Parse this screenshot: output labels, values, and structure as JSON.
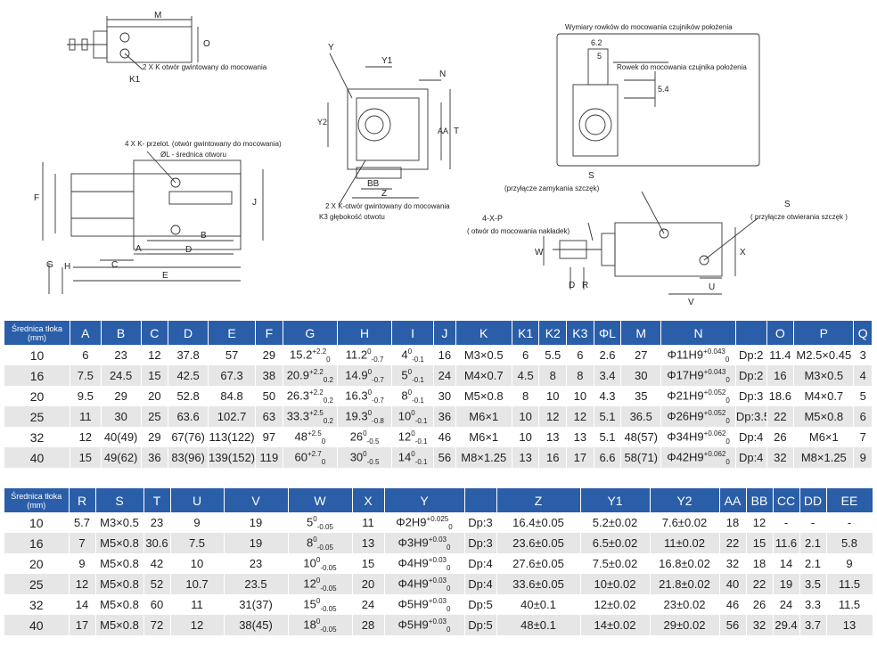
{
  "drawing_labels": {
    "top_left_M": "M",
    "top_left_O": "O",
    "top_left_k_note": "2 X  K  otwór gwintowany do mocowania",
    "top_left_K1": "K1",
    "mid_left_4k_note": "4 X  K- przelot. (otwór gwintowany do mocowania)",
    "mid_left_phiL_note": "ØL  - średnica otworu",
    "mid_left_F": "F",
    "mid_left_J": "J",
    "mid_left_G": "G",
    "mid_left_H": "H",
    "mid_left_A": "A",
    "mid_left_B": "B",
    "mid_left_C": "C",
    "mid_left_D": "D",
    "mid_left_E": "E",
    "center_Y": "Y",
    "center_Y1": "Y1",
    "center_N": "N",
    "center_Y2": "Y2",
    "center_AA": "AA",
    "center_T": "T",
    "center_BB": "BB",
    "center_Z": "Z",
    "center_k_note": "2 X  K-otwór gwintowany do mocowania",
    "center_K3_note": "K3  głębokość otwotu",
    "right_title": "Wymiary  rowków do mocowania czujników położenia",
    "right_62": "6.2",
    "right_5": "5",
    "right_rowek_note": "Rowek do mocowania czujnika położenia",
    "right_54": "5.4",
    "right_S_close": "S",
    "right_S_close_note": "(przyłącze zamykania szczęk)",
    "right_4xP": "4-X-P",
    "right_P_note": "( otwór do mocowania nakładek)",
    "right_S_open": "S",
    "right_S_open_note": "( przyłącze otwierania szczęk )",
    "right_W": "W",
    "right_X": "X",
    "right_D": "D",
    "right_R": "R",
    "right_U": "U",
    "right_V": "V"
  },
  "table1": {
    "headers": [
      "Średnica tłoka (mm)",
      "A",
      "B",
      "C",
      "D",
      "E",
      "F",
      "G",
      "H",
      "I",
      "J",
      "K",
      "K1",
      "K2",
      "K3",
      "ΦL",
      "M",
      "N",
      "",
      "O",
      "P",
      "Q"
    ],
    "rows": [
      [
        "10",
        "6",
        "23",
        "12",
        "37.8",
        "57",
        "29",
        "15.2",
        "11.2",
        "4",
        "16",
        "M3×0.5",
        "6",
        "5.5",
        "6",
        "2.6",
        "27",
        "Φ11H9",
        "Dp:2",
        "11.4",
        "M2.5×0.45",
        "3"
      ],
      [
        "16",
        "7.5",
        "24.5",
        "15",
        "42.5",
        "67.3",
        "38",
        "20.9",
        "14.9",
        "5",
        "24",
        "M4×0.7",
        "4.5",
        "8",
        "8",
        "3.4",
        "30",
        "Φ17H9",
        "Dp:2",
        "16",
        "M3×0.5",
        "4"
      ],
      [
        "20",
        "9.5",
        "29",
        "20",
        "52.8",
        "84.8",
        "50",
        "26.3",
        "16.3",
        "8",
        "30",
        "M5×0.8",
        "8",
        "10",
        "10",
        "4.3",
        "35",
        "Φ21H9",
        "Dp:3",
        "18.6",
        "M4×0.7",
        "5"
      ],
      [
        "25",
        "11",
        "30",
        "25",
        "63.6",
        "102.7",
        "63",
        "33.3",
        "19.3",
        "10",
        "36",
        "M6×1",
        "10",
        "12",
        "12",
        "5.1",
        "36.5",
        "Φ26H9",
        "Dp:3.5",
        "22",
        "M5×0.8",
        "6"
      ],
      [
        "32",
        "12",
        "40(49)",
        "29",
        "67(76)",
        "113(122)",
        "97",
        "48",
        "26",
        "12",
        "46",
        "M6×1",
        "10",
        "13",
        "13",
        "5.1",
        "48(57)",
        "Φ34H9",
        "Dp:4",
        "26",
        "M6×1",
        "7"
      ],
      [
        "40",
        "15",
        "49(62)",
        "36",
        "83(96)",
        "139(152)",
        "119",
        "60",
        "30",
        "14",
        "56",
        "M8×1.25",
        "13",
        "16",
        "17",
        "6.6",
        "58(71)",
        "Φ42H9",
        "Dp:4",
        "32",
        "M8×1.25",
        "9"
      ]
    ],
    "tol_G": [
      [
        "+2.2",
        "0"
      ],
      [
        "+2.2",
        "0.2"
      ],
      [
        "+2.2",
        "0.2"
      ],
      [
        "+2.5",
        "0.2"
      ],
      [
        "+2.5",
        "0"
      ],
      [
        "+2.7",
        "0"
      ]
    ],
    "tol_H": [
      [
        "0",
        "-0.7"
      ],
      [
        "0",
        "-0.7"
      ],
      [
        "0",
        "-0.7"
      ],
      [
        "0",
        "-0.8"
      ],
      [
        "0",
        "-0.5"
      ],
      [
        "0",
        "-0.5"
      ]
    ],
    "tol_I": [
      [
        "0",
        "-0.1"
      ],
      [
        "0",
        "-0.1"
      ],
      [
        "0",
        "-0.1"
      ],
      [
        "0",
        "-0.1"
      ],
      [
        "0",
        "-0.1"
      ],
      [
        "0",
        "-0.1"
      ]
    ],
    "tol_N": [
      [
        "+0.043",
        "0"
      ],
      [
        "+0.043",
        "0"
      ],
      [
        "+0.052",
        "0"
      ],
      [
        "+0.052",
        "0"
      ],
      [
        "+0.062",
        "0"
      ],
      [
        "+0.062",
        "0"
      ]
    ]
  },
  "table2": {
    "headers": [
      "Średnica tłoka (mm)",
      "R",
      "S",
      "T",
      "U",
      "V",
      "W",
      "X",
      "Y",
      "",
      "Z",
      "Y1",
      "Y2",
      "AA",
      "BB",
      "CC",
      "DD",
      "EE"
    ],
    "rows": [
      [
        "10",
        "5.7",
        "M3×0.5",
        "23",
        "9",
        "19",
        "5",
        "11",
        "Φ2H9",
        "Dp:3",
        "16.4±0.05",
        "5.2±0.02",
        "7.6±0.02",
        "18",
        "12",
        "-",
        "-",
        "-"
      ],
      [
        "16",
        "7",
        "M5×0.8",
        "30.6",
        "7.5",
        "19",
        "8",
        "13",
        "Φ3H9",
        "Dp:3",
        "23.6±0.05",
        "6.5±0.02",
        "11±0.02",
        "22",
        "15",
        "11.6",
        "2.1",
        "5.8"
      ],
      [
        "20",
        "9",
        "M5×0.8",
        "42",
        "10",
        "23",
        "10",
        "15",
        "Φ4H9",
        "Dp:4",
        "27.6±0.05",
        "7.5±0.02",
        "16.8±0.02",
        "32",
        "18",
        "14",
        "2.1",
        "9"
      ],
      [
        "25",
        "12",
        "M5×0.8",
        "52",
        "10.7",
        "23.5",
        "12",
        "20",
        "Φ4H9",
        "Dp:4",
        "33.6±0.05",
        "10±0.02",
        "21.8±0.02",
        "40",
        "22",
        "19",
        "3.5",
        "11.5"
      ],
      [
        "32",
        "14",
        "M5×0.8",
        "60",
        "11",
        "31(37)",
        "15",
        "24",
        "Φ5H9",
        "Dp:5",
        "40±0.1",
        "12±0.02",
        "23±0.02",
        "46",
        "26",
        "24",
        "3.3",
        "11.5"
      ],
      [
        "40",
        "17",
        "M5×0.8",
        "72",
        "12",
        "38(45)",
        "18",
        "28",
        "Φ5H9",
        "Dp:5",
        "48±0.1",
        "14±0.02",
        "29±0.02",
        "56",
        "32",
        "29.4",
        "3.7",
        "13"
      ]
    ],
    "tol_W": [
      [
        "0",
        "-0.05"
      ],
      [
        "0",
        "-0.05"
      ],
      [
        "0",
        "-0.05"
      ],
      [
        "0",
        "-0.05"
      ],
      [
        "0",
        "-0.05"
      ],
      [
        "0",
        "-0.05"
      ]
    ],
    "tol_Y": [
      [
        "+0.025",
        "0"
      ],
      [
        "+0.03",
        "0"
      ],
      [
        "+0.03",
        "0"
      ],
      [
        "+0.03",
        "0"
      ],
      [
        "+0.03",
        "0"
      ],
      [
        "+0.03",
        "0"
      ]
    ]
  }
}
